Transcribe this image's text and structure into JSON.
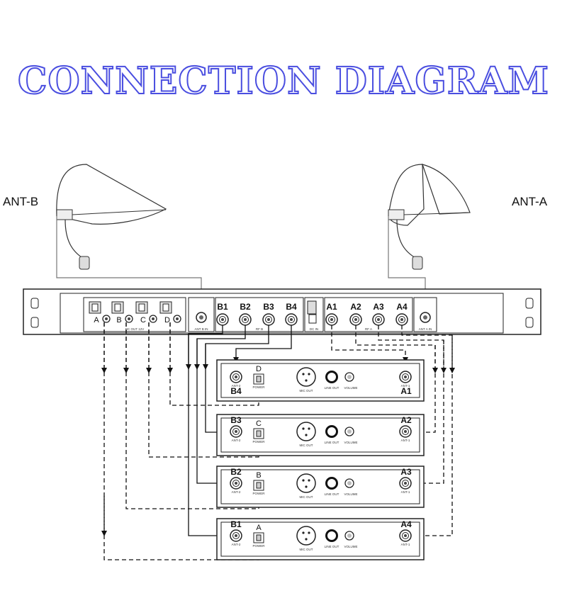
{
  "title": "CONNECTION DIAGRAM",
  "antennas": {
    "left": {
      "label": "ANT-B"
    },
    "right": {
      "label": "ANT-A"
    }
  },
  "distributor": {
    "dc_ports": [
      "A",
      "B",
      "C",
      "D"
    ],
    "dc_caption": "DC OUT 12V",
    "ant_b_in": "ANT B IN",
    "ant_a_in": "ANT A IN",
    "dc_in": "DC IN",
    "b_outputs": [
      "B1",
      "B2",
      "B3",
      "B4"
    ],
    "b_caption": "RF B",
    "a_outputs": [
      "A1",
      "A2",
      "A3",
      "A4"
    ],
    "a_caption": "RF A"
  },
  "receivers": [
    {
      "b_port": "B4",
      "a_port": "A1",
      "dc_letter": "D"
    },
    {
      "b_port": "B3",
      "a_port": "A2",
      "dc_letter": "C"
    },
    {
      "b_port": "B2",
      "a_port": "A3",
      "dc_letter": "B"
    },
    {
      "b_port": "B1",
      "a_port": "A4",
      "dc_letter": "A"
    }
  ],
  "receiver_labels": {
    "ant2": "ANT-2",
    "ant1": "ANT-1",
    "power": "POWER",
    "mic_out": "MIC OUT",
    "line_out": "LINE OUT",
    "volume": "VOLUME"
  }
}
